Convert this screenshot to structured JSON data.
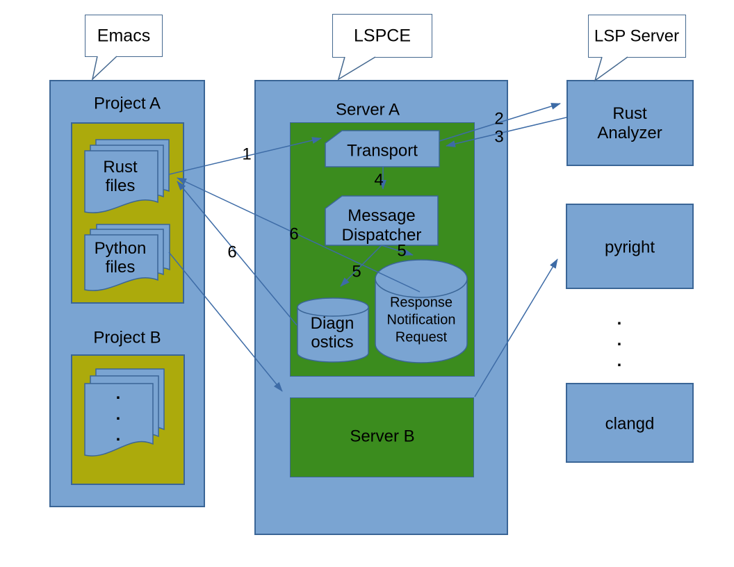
{
  "callouts": {
    "emacs": "Emacs",
    "lspce": "LSPCE",
    "lsp_server": "LSP Server"
  },
  "emacs_panel": {
    "project_a_label": "Project A",
    "rust_files": "Rust\nfiles",
    "python_files": "Python\nfiles",
    "project_b_label": "Project B",
    "project_b_dots": ".\n.\n."
  },
  "lspce_panel": {
    "server_a_label": "Server A",
    "transport": "Transport",
    "message_dispatcher": "Message\nDispatcher",
    "diagnostics_store": "Diagn\nostics",
    "response_store": "Response\nNotification\nRequest",
    "server_b_label": "Server B"
  },
  "lsp_servers": {
    "rust_analyzer": "Rust\nAnalyzer",
    "pyright": "pyright",
    "more_servers_dots": ".\n.\n.",
    "clangd": "clangd"
  },
  "arrow_labels": {
    "step1": "1",
    "step2": "2",
    "step3": "3",
    "step4": "4",
    "step5_response": "5",
    "step5_diagnostics": "5",
    "step6_response": "6",
    "step6_diagnostics": "6"
  },
  "colors": {
    "box_blue": "#7aa4d2",
    "box_green": "#3b8c1e",
    "box_olive": "#acaa0c",
    "connector_blue": "#3d6ba6",
    "border_blue": "#3a6596",
    "callout_border": "#44688f",
    "background": "#ffffff",
    "text": "#000000"
  }
}
